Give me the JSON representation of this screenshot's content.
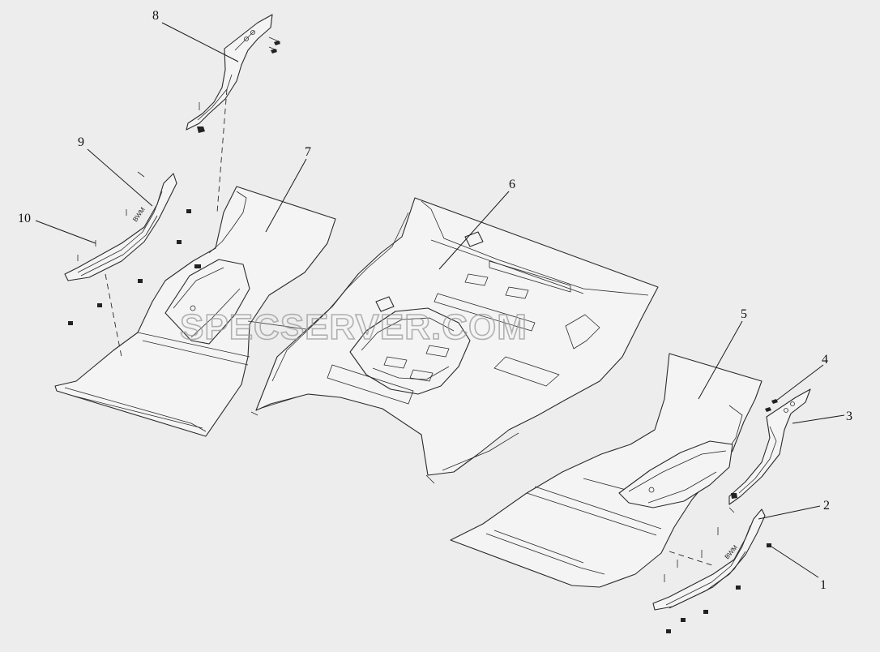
{
  "watermark": "SPECSERVER.COM",
  "callouts": [
    {
      "id": "1",
      "label": "1"
    },
    {
      "id": "2",
      "label": "2"
    },
    {
      "id": "3",
      "label": "3"
    },
    {
      "id": "4",
      "label": "4"
    },
    {
      "id": "5",
      "label": "5"
    },
    {
      "id": "6",
      "label": "6"
    },
    {
      "id": "7",
      "label": "7"
    },
    {
      "id": "8",
      "label": "8"
    },
    {
      "id": "9",
      "label": "9"
    },
    {
      "id": "10",
      "label": "10"
    }
  ]
}
